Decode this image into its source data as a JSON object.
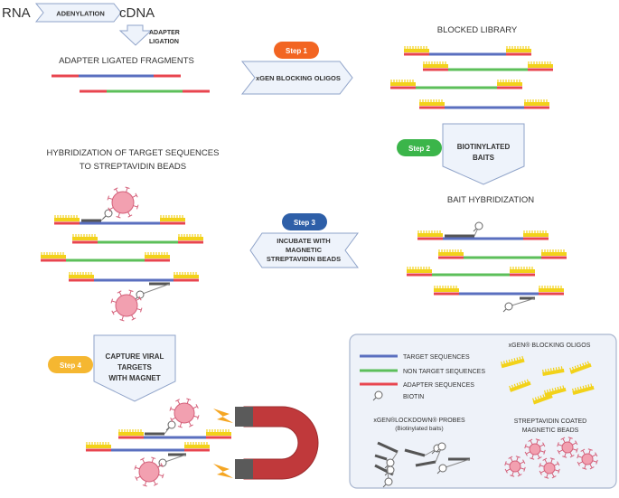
{
  "header": {
    "rna": "RNA",
    "adenylation": "ADENYLATION",
    "cdna": "cDNA",
    "adapter_ligation": [
      "ADAPTER",
      "LIGATION"
    ]
  },
  "panels": {
    "adapter_ligated": "ADAPTER  LIGATED  FRAGMENTS",
    "blocked_library": "BLOCKED LIBRARY",
    "bait_hybridization": "BAIT HYBRIDIZATION",
    "hybridization_title": [
      "HYBRIDIZATION OF TARGET SEQUENCES",
      "TO STREPTAVIDIN BEADS"
    ]
  },
  "steps": [
    {
      "label": "Step 1",
      "color": "#f26522",
      "action": [
        "xGEN BLOCKING OLIGOS"
      ]
    },
    {
      "label": "Step 2",
      "color": "#3bb54a",
      "action": [
        "BIOTINYLATED",
        "BAITS"
      ]
    },
    {
      "label": "Step 3",
      "color": "#2e5fa8",
      "action": [
        "INCUBATE WITH",
        "MAGNETIC",
        "STREPTAVIDIN BEADS"
      ]
    },
    {
      "label": "Step 4",
      "color": "#f5b731",
      "action": [
        "CAPTURE  VIRAL",
        "TARGETS",
        "WITH MAGNET"
      ]
    }
  ],
  "legend": {
    "items": [
      {
        "label": "TARGET SEQUENCES",
        "color": "#5a6fbf"
      },
      {
        "label": "NON TARGET SEQUENCES",
        "color": "#5cbf5a"
      },
      {
        "label": "ADAPTER SEQUENCES",
        "color": "#e8454f"
      },
      {
        "label": "BIOTIN",
        "color": "#999999"
      }
    ],
    "blocking_oligos": "xGEN® BLOCKING OLIGOS",
    "probes": [
      "xGEN®LOCKDOWN® PROBES",
      "(Biotinylated baits)"
    ],
    "beads": [
      "STREPTAVIDIN COATED",
      "MAGNETIC  BEADS"
    ]
  },
  "colors": {
    "target": "#5a6fbf",
    "nontarget": "#5cbf5a",
    "adapter": "#e8454f",
    "yellow": "#f2d21a",
    "bead": "#f2a0b0",
    "bead_stroke": "#d4607a",
    "arrow_fill": "#eef3fb",
    "arrow_stroke": "#8fa3c9",
    "legend_bg": "#eef2f9",
    "legend_border": "#a9b6cf",
    "magnet": "#c0393b"
  },
  "icons": [
    "biotin-icon",
    "streptavidin-bead-icon",
    "magnet-icon",
    "lightning-bolt-icon"
  ]
}
